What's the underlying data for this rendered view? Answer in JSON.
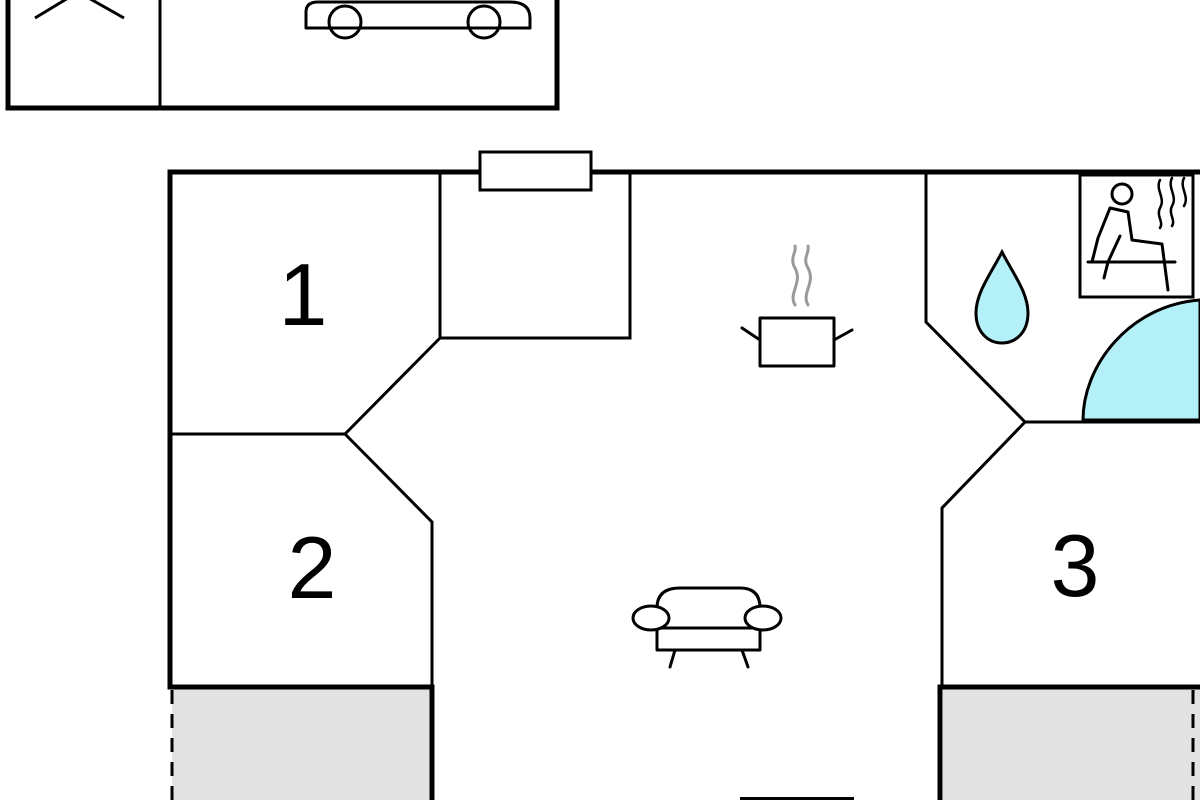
{
  "rooms": [
    {
      "id": "bedroom-1",
      "label": "1"
    },
    {
      "id": "bedroom-2",
      "label": "2"
    },
    {
      "id": "bedroom-3",
      "label": "3"
    }
  ],
  "colors": {
    "wall": "#000000",
    "water": "#b3f0f7",
    "terrace": "#e2e2e2",
    "steam": "#9a9a9a",
    "background": "#ffffff"
  },
  "icons": [
    "car-icon",
    "cooking-pot-icon",
    "water-drop-icon",
    "sauna-icon",
    "whirlpool-icon",
    "sofa-icon"
  ]
}
